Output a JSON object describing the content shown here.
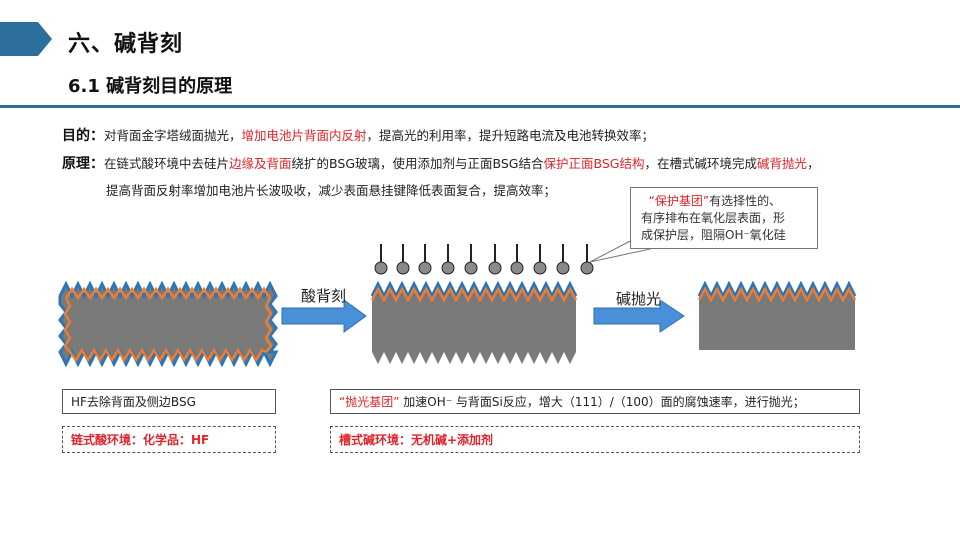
{
  "header": {
    "title": "六、碱背刻",
    "subtitle": "6.1 碱背刻目的原理"
  },
  "purpose": {
    "label": "目的：",
    "text_1": "对背面金字塔绒面抛光，",
    "text_red": "增加电池片背面内反射",
    "text_2": "，提高光的利用率，提升短路电流及电池转换效率；"
  },
  "principle": {
    "label": "原理：",
    "text_1": "在链式酸环境中去硅片",
    "red_1": "边缘及背面",
    "text_2": "绕扩的BSG玻璃，使用添加剂与正面BSG结合",
    "red_2": "保护正面BSG结构",
    "text_3": "，在槽式碱环境完成",
    "red_3": "碱背抛光",
    "text_4": "，",
    "line_2": "提高背面反射率增加电池片长波吸收，减少表面悬挂键降低表面复合，提高效率；"
  },
  "callout": {
    "red": "“保护基团”",
    "line_1": "有选择性的、",
    "line_2": "有序排布在氧化层表面，形",
    "line_3": "成保护层，阻隔OH⁻氧化硅"
  },
  "arrows": {
    "acid_label": "酸背刻",
    "alkali_label": "碱抛光"
  },
  "notes": {
    "hf_box": "HF去除背面及侧边BSG",
    "chain_env": "链式酸环境：化学品：HF",
    "polish_red": "“抛光基团”",
    "polish_text": "加速OH⁻ 与背面Si反应，增大（111）/（100）面的腐蚀速率，进行抛光；",
    "tank_env": "槽式碱环境：无机碱+添加剂"
  },
  "colors": {
    "accent_blue": "#2c6f9c",
    "silicon_gray": "#7a7a7a",
    "bsg_orange": "#ed7d31",
    "outline_blue": "#2e75b6",
    "highlight_red": "#e0242b"
  }
}
